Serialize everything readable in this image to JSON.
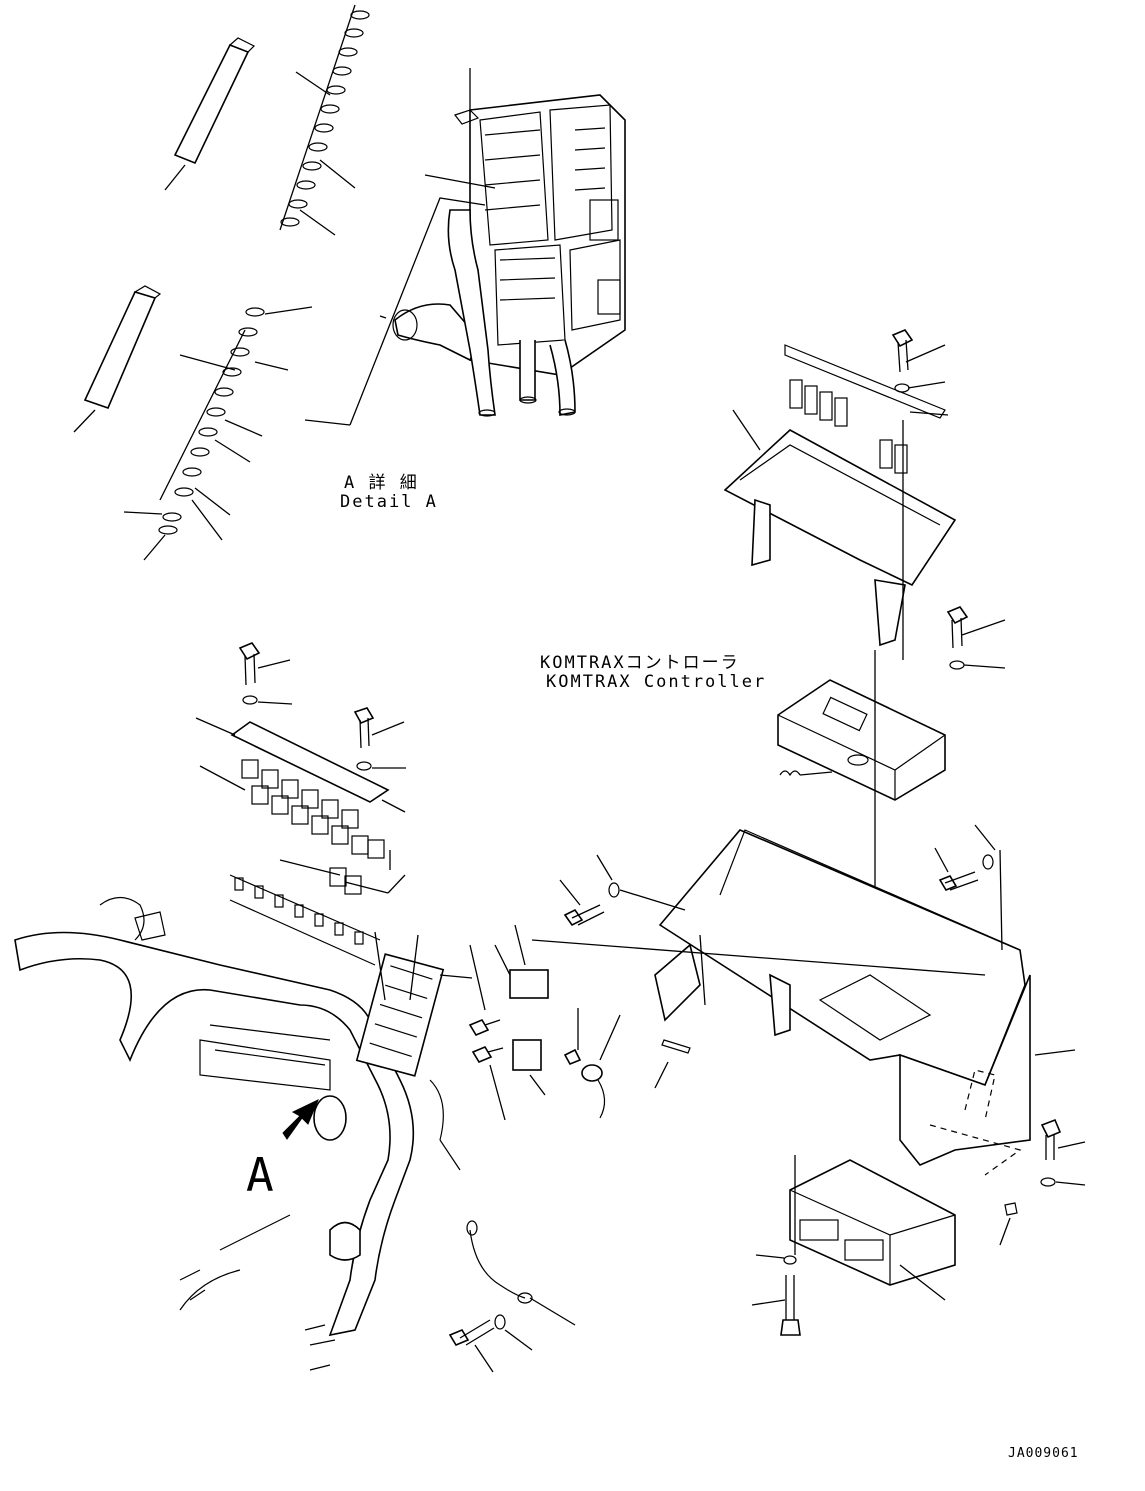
{
  "labels": {
    "detail_jp": "A 詳 細",
    "detail_en": "Detail A",
    "controller_jp": "KOMTRAXコントローラ",
    "controller_en": "KOMTRAX Controller",
    "view_letter": "A",
    "drawing_number": "JA009061"
  },
  "colors": {
    "ink": "#000000",
    "paper": "#ffffff"
  },
  "icons": {
    "view_arrow": "arrow-icon"
  }
}
